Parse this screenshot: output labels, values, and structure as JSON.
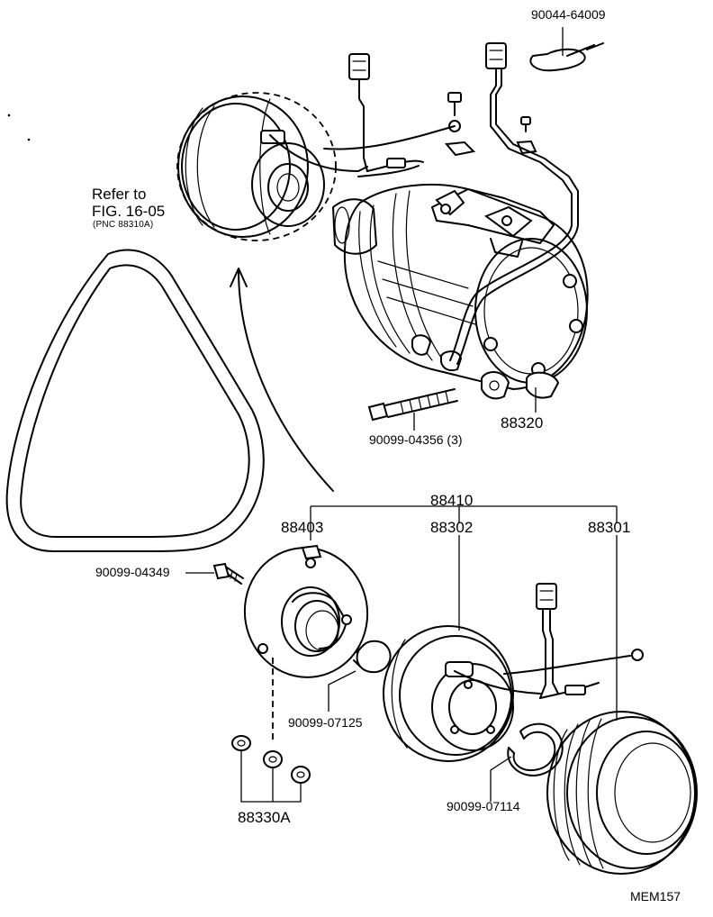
{
  "refer": {
    "line1": "Refer to",
    "line2": "FIG. 16-05",
    "line3": "(PNC 88310A)"
  },
  "parts": {
    "p_90044_64009": "90044-64009",
    "p_90099_04356": "90099-04356  (3)",
    "p_88320": "88320",
    "p_88410": "88410",
    "p_88403": "88403",
    "p_88302": "88302",
    "p_88301": "88301",
    "p_90099_04349": "90099-04349",
    "p_90099_07125": "90099-07125",
    "p_90099_07114": "90099-07114",
    "p_88330A": "88330A"
  },
  "drawing_code": "MEM157"
}
